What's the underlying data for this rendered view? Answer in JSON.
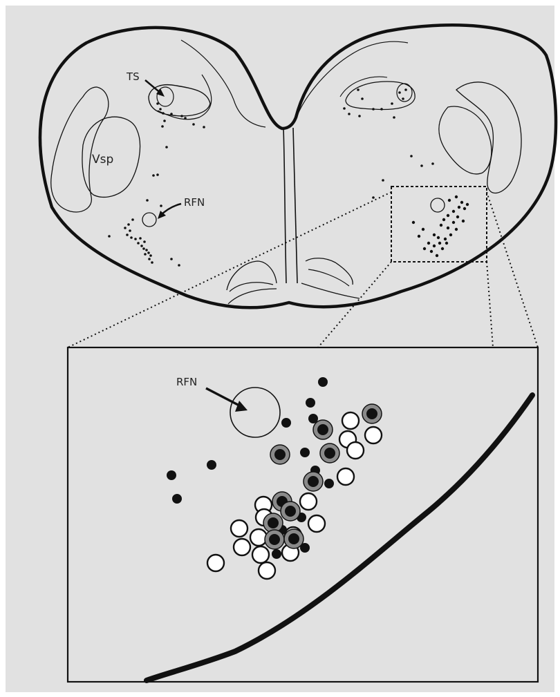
{
  "labels": {
    "ts": "TS",
    "vsp": "Vsp",
    "rfn_section": "RFN",
    "rfn_inset": "RFN"
  },
  "colors": {
    "background": "#e1e1e1",
    "ink": "#111111",
    "grey_ring": "#8a8a8a",
    "open_fill": "#ffffff"
  },
  "legend_symbols": [
    "small-filled-dot",
    "open-circle",
    "filled-dot-with-grey-ring"
  ]
}
